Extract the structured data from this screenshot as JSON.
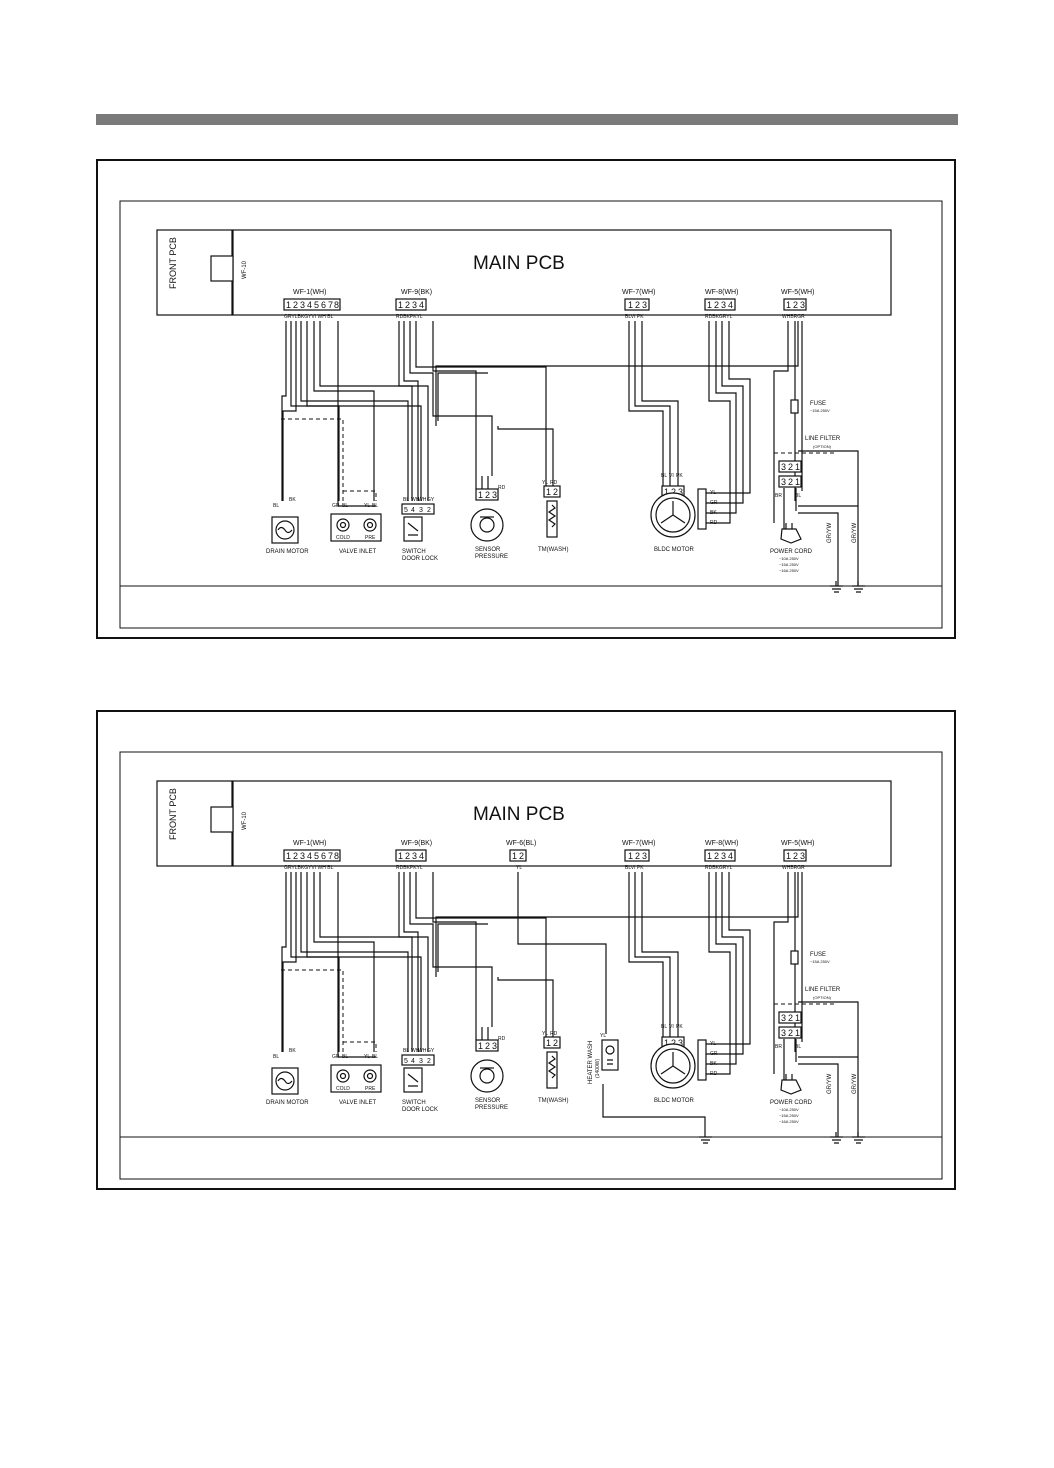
{
  "diagrams": [
    {
      "main_pcb": "MAIN PCB",
      "front_pcb": "FRONT PCB",
      "wf10": "WF-10",
      "connectors": {
        "wf1": {
          "name": "WF-1(WH)",
          "pins": [
            "1",
            "2",
            "3",
            "4",
            "5",
            "6",
            "7",
            "8"
          ],
          "wires": "GRYLBKGYVI  WH  BL"
        },
        "wf9": {
          "name": "WF-9(BK)",
          "pins": [
            "1",
            "2",
            "3",
            "4"
          ],
          "wires": "RDBKPKYL"
        },
        "wf7": {
          "name": "WF-7(WH)",
          "pins": [
            "1",
            "2",
            "3"
          ],
          "wires": "BLVI PK"
        },
        "wf8": {
          "name": "WF-8(WH)",
          "pins": [
            "1",
            "2",
            "3",
            "4"
          ],
          "wires": "RDBKGRYL"
        },
        "wf5": {
          "name": "WF-5(WH)",
          "pins": [
            "1",
            "2",
            "3"
          ],
          "wires": "WHBRGR"
        }
      },
      "components": {
        "drain_motor": "DRAIN MOTOR",
        "valve_inlet": "VALVE INLET",
        "cold": "COLD",
        "pre": "PRE",
        "switch_door_lock_1": "SWITCH",
        "switch_door_lock_2": "DOOR LOCK",
        "sensor_pressure_1": "SENSOR",
        "sensor_pressure_2": "PRESSURE",
        "tm_wash": "TM(WASH)",
        "bldc_motor": "BLDC MOTOR",
        "fuse": "FUSE",
        "fuse_rating": "~15A 250V",
        "line_filter": "LINE FILTER",
        "line_filter_option": "(OPTION)",
        "power_cord": "POWER CORD",
        "power_ratings": [
          "~10A 250V",
          "~15A 250V",
          "~16A 250V"
        ],
        "grvw_1": "GR/YW",
        "grvw_2": "GR/YW"
      },
      "wire_labels": {
        "drain": [
          "BL",
          "BK"
        ],
        "valve": [
          "GR",
          "BL",
          "YL",
          "BL"
        ],
        "switch": [
          "BL",
          "WH",
          "WH",
          "GY"
        ],
        "switch_pins": [
          "5",
          "4",
          "3",
          "2"
        ],
        "sensor_pins": [
          "1",
          "2",
          "3"
        ],
        "sensor_top": "RD",
        "tm_pins": [
          "1",
          "2"
        ],
        "tm_top": [
          "YL",
          "RD"
        ],
        "bldc_pins": [
          "1",
          "2",
          "3"
        ],
        "bldc_top": [
          "BL",
          "VI",
          "PK"
        ],
        "bldc_side": [
          "YL",
          "GR",
          "BK",
          "RD"
        ],
        "filter_pins_top": [
          "3",
          "2",
          "1"
        ],
        "filter_pins_bot": [
          "3",
          "2",
          "1"
        ],
        "br": "BR",
        "bl": "BL"
      }
    },
    {
      "main_pcb": "MAIN PCB",
      "front_pcb": "FRONT PCB",
      "wf10": "WF-10",
      "connectors": {
        "wf1": {
          "name": "WF-1(WH)",
          "pins": [
            "1",
            "2",
            "3",
            "4",
            "5",
            "6",
            "7",
            "8"
          ],
          "wires": "GRYLBKGYVI  WH  BL"
        },
        "wf9": {
          "name": "WF-9(BK)",
          "pins": [
            "1",
            "2",
            "3",
            "4"
          ],
          "wires": "RDBKPKYL"
        },
        "wf6": {
          "name": "WF-6(BL)",
          "pins": [
            "1",
            "2"
          ],
          "wires": "YL"
        },
        "wf7": {
          "name": "WF-7(WH)",
          "pins": [
            "1",
            "2",
            "3"
          ],
          "wires": "BLVI PK"
        },
        "wf8": {
          "name": "WF-8(WH)",
          "pins": [
            "1",
            "2",
            "3",
            "4"
          ],
          "wires": "RDBKGRYL"
        },
        "wf5": {
          "name": "WF-5(WH)",
          "pins": [
            "1",
            "2",
            "3"
          ],
          "wires": "WHBRGR"
        }
      },
      "components": {
        "drain_motor": "DRAIN MOTOR",
        "valve_inlet": "VALVE INLET",
        "cold": "COLD",
        "pre": "PRE",
        "switch_door_lock_1": "SWITCH",
        "switch_door_lock_2": "DOOR LOCK",
        "sensor_pressure_1": "SENSOR",
        "sensor_pressure_2": "PRESSURE",
        "tm_wash": "TM(WASH)",
        "heater_wash_1": "HEATER WASH",
        "heater_wash_2": "(1400W)",
        "bldc_motor": "BLDC MOTOR",
        "fuse": "FUSE",
        "fuse_rating": "~15A 250V",
        "line_filter": "LINE FILTER",
        "line_filter_option": "(OPTION)",
        "power_cord": "POWER CORD",
        "power_ratings": [
          "~10A 250V",
          "~15A 250V",
          "~16A 250V"
        ],
        "grvw_1": "GR/YW",
        "grvw_2": "GR/YW"
      },
      "wire_labels": {
        "drain": [
          "BL",
          "BK"
        ],
        "valve": [
          "GR",
          "BL",
          "YL",
          "BL"
        ],
        "switch": [
          "BL",
          "WH",
          "WH",
          "GY"
        ],
        "switch_pins": [
          "5",
          "4",
          "3",
          "2"
        ],
        "sensor_pins": [
          "1",
          "2",
          "3"
        ],
        "sensor_top": "RD",
        "tm_pins": [
          "1",
          "2"
        ],
        "tm_top": [
          "YL",
          "RD"
        ],
        "heater_top": "YL",
        "bldc_pins": [
          "1",
          "2",
          "3"
        ],
        "bldc_top": [
          "BL",
          "VI",
          "PK"
        ],
        "bldc_side": [
          "YL",
          "GR",
          "BK",
          "RD"
        ],
        "filter_pins_top": [
          "3",
          "2",
          "1"
        ],
        "filter_pins_bot": [
          "3",
          "2",
          "1"
        ],
        "br": "BR",
        "bl": "BL"
      }
    }
  ]
}
